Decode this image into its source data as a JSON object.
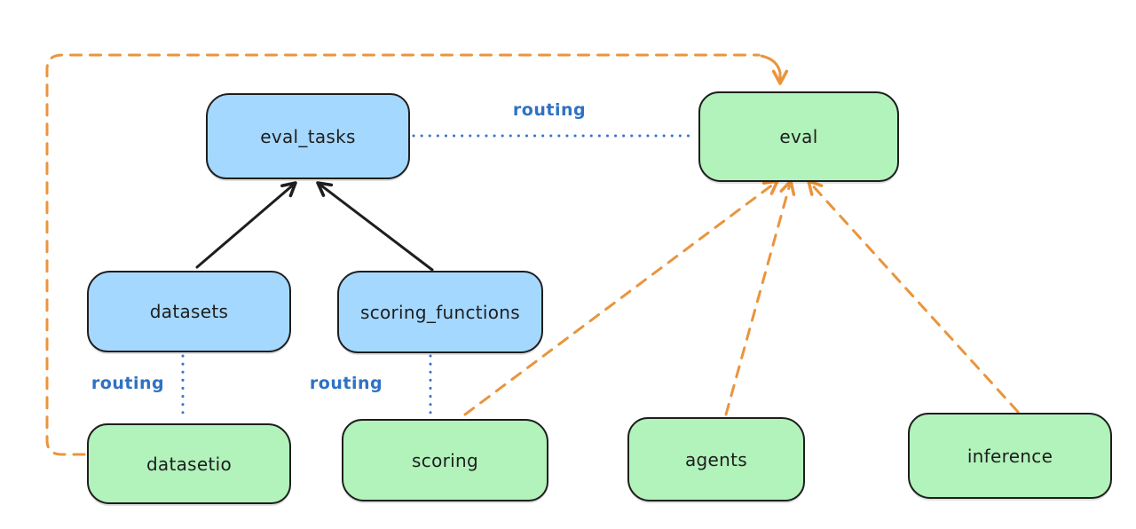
{
  "diagram": {
    "nodes": {
      "eval_tasks": {
        "label": "eval_tasks",
        "kind": "resource"
      },
      "eval": {
        "label": "eval",
        "kind": "api"
      },
      "datasets": {
        "label": "datasets",
        "kind": "resource"
      },
      "scoring_functions": {
        "label": "scoring_functions",
        "kind": "resource"
      },
      "datasetio": {
        "label": "datasetio",
        "kind": "api"
      },
      "scoring": {
        "label": "scoring",
        "kind": "api"
      },
      "agents": {
        "label": "agents",
        "kind": "api"
      },
      "inference": {
        "label": "inference",
        "kind": "api"
      }
    },
    "edge_labels": {
      "eval_tasks_eval": "routing",
      "datasets_datasetio": "routing",
      "scoring_functions_scoring": "routing"
    },
    "colors": {
      "node_blue_fill": "#a5d8ff",
      "node_green_fill": "#b2f2bb",
      "node_stroke": "#1e1e1e",
      "routing_label_blue": "#2e72c4",
      "routing_dot_blue": "#3674c8",
      "arrow_orange": "#e9953d",
      "arrow_black": "#1e1e1e",
      "canvas_bg": "#ffffff"
    }
  }
}
